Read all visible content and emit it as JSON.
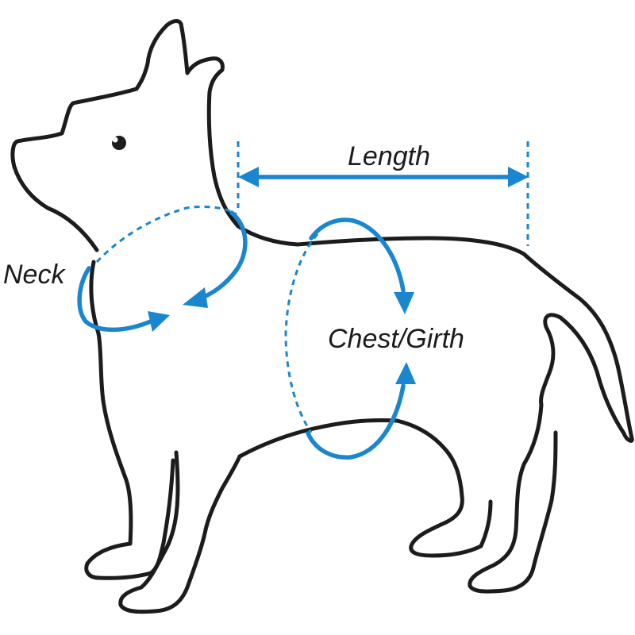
{
  "labels": {
    "length": "Length",
    "neck": "Neck",
    "chest": "Chest/Girth"
  },
  "colors": {
    "outline": "#1c1c1c",
    "measure": "#1a86d0",
    "text": "#1b1b1b",
    "background": "#ffffff"
  }
}
